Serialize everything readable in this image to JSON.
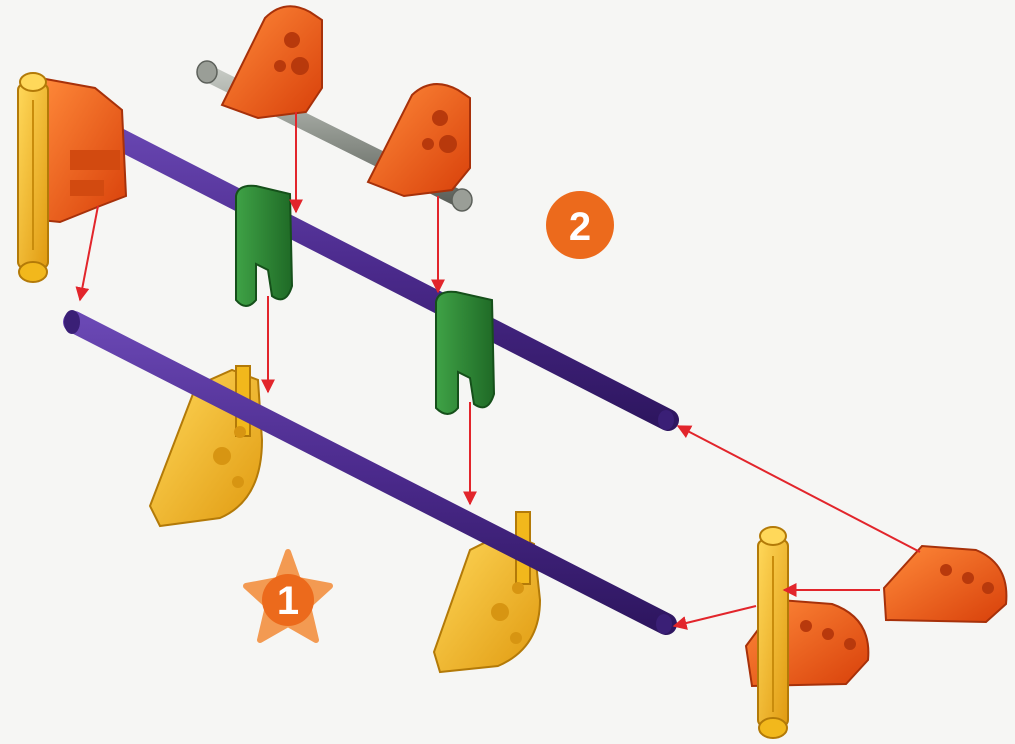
{
  "diagram": {
    "type": "assembly-instruction",
    "steps": [
      {
        "number": "1"
      },
      {
        "number": "2"
      }
    ],
    "colors": {
      "purple_rod": "#4b2a8c",
      "grey_rod": "#8f948d",
      "green_clip": "#2f8a35",
      "yellow_part": "#f2b81c",
      "orange_part": "#ef5a12",
      "arrow_red": "#e2252b",
      "badge_orange": "#ec6a1c",
      "star_orange": "#f39a52"
    }
  }
}
